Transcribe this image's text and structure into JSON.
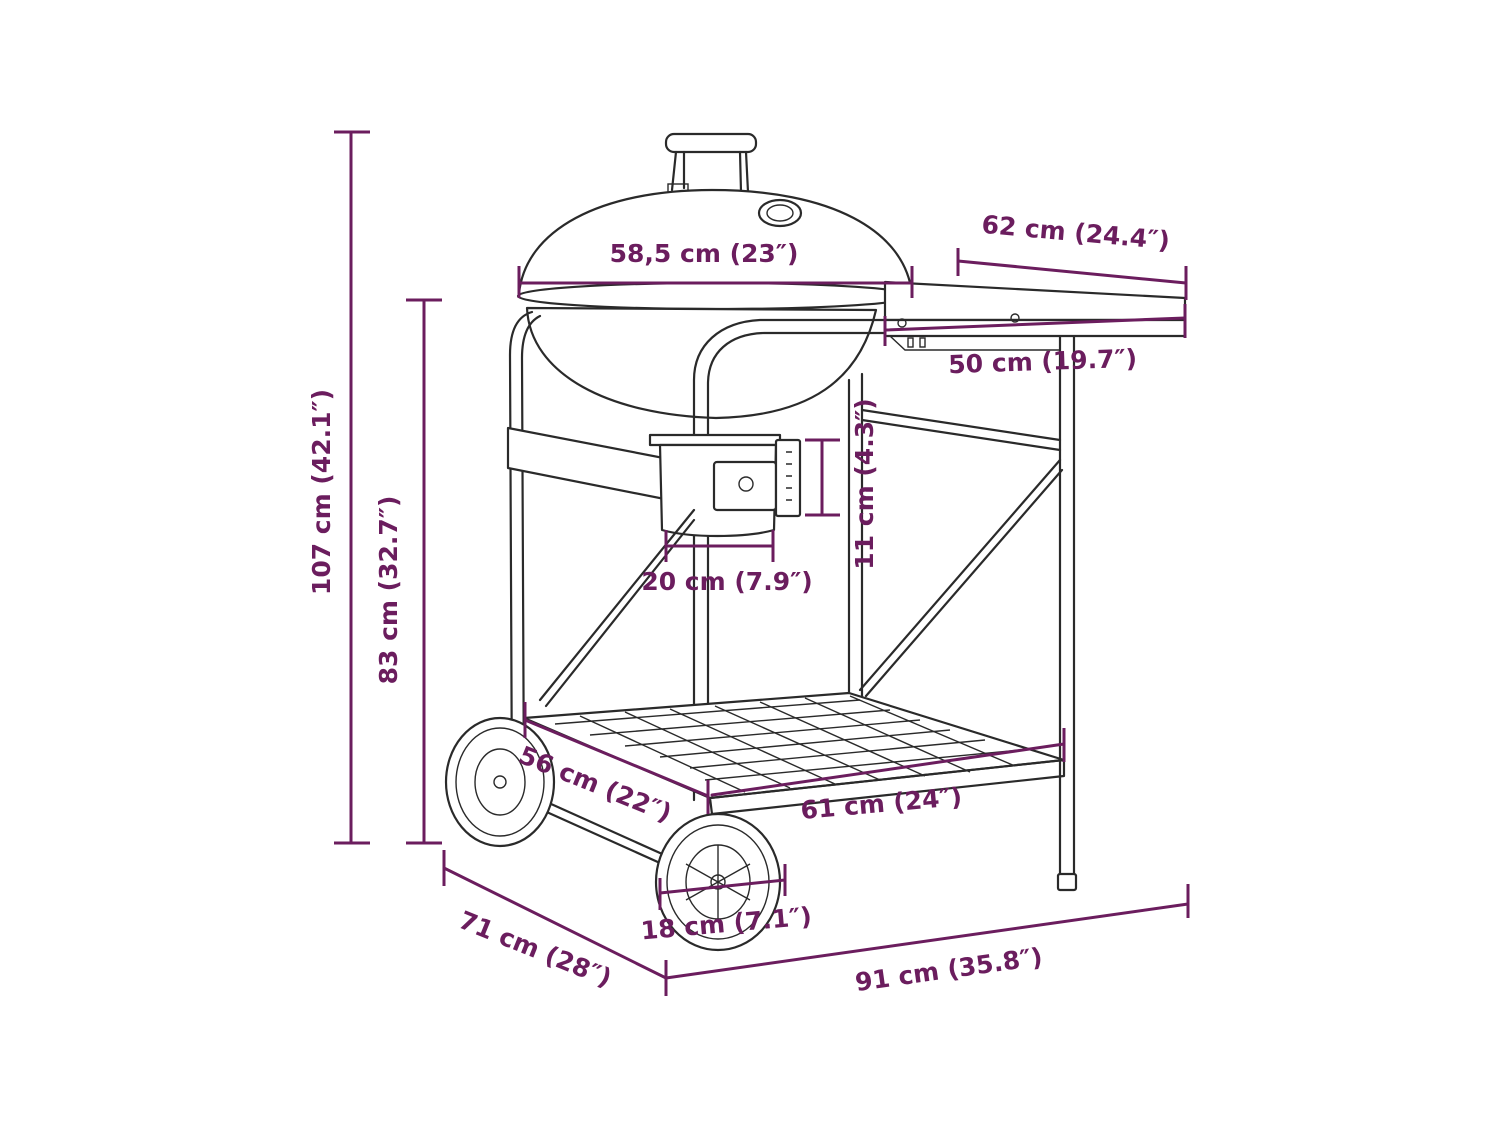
{
  "diagram": {
    "subject": "charcoal-kettle-grill-with-cart",
    "line_color": "#2a2a2a",
    "dimension_color": "#6b1d5e",
    "background": "#ffffff"
  },
  "dimensions": {
    "total_height": "107 cm (42.1″)",
    "cooking_height": "83 cm (32.7″)",
    "kettle_diameter": "58,5 cm (23″)",
    "side_table_depth": "62 cm (24.4″)",
    "side_table_width": "50 cm (19.7″)",
    "ash_catcher_height": "11 cm (4.3″)",
    "ash_catcher_width": "20 cm (7.9″)",
    "shelf_depth": "56 cm (22″)",
    "shelf_width": "61 cm (24″)",
    "wheel_diameter": "18 cm (7.1″)",
    "total_depth": "71 cm (28″)",
    "total_width": "91 cm (35.8″)"
  }
}
